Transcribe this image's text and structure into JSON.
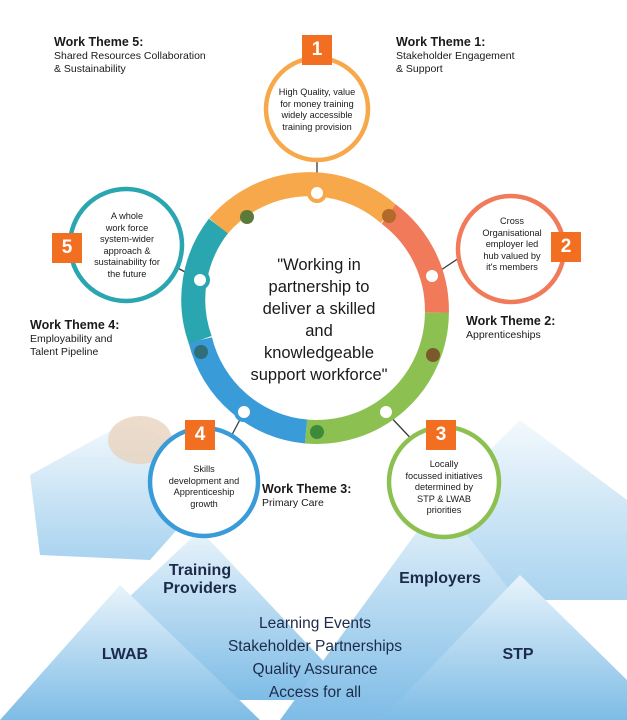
{
  "center": {
    "lines": [
      "\"Working in",
      "partnership to",
      "deliver a skilled and",
      "knowledgeable",
      "support workforce\""
    ]
  },
  "themes": {
    "t1": {
      "title": "Work Theme 1:",
      "subtitle": [
        "Stakeholder Engagement",
        "& Support"
      ]
    },
    "t2": {
      "title": "Work Theme 2:",
      "subtitle": [
        "Apprenticeships"
      ]
    },
    "t3": {
      "title": "Work Theme 3:",
      "subtitle": [
        "Primary Care"
      ]
    },
    "t4": {
      "title": "Work Theme 4:",
      "subtitle": [
        "Employability and",
        "Talent Pipeline"
      ]
    },
    "t5": {
      "title": "Work Theme 5:",
      "subtitle": [
        "Shared Resources Collaboration",
        "& Sustainability"
      ]
    }
  },
  "circles": {
    "c1": {
      "number": "1",
      "lines": [
        "High Quality, value",
        "for money training",
        "widely accessible",
        "training provision"
      ]
    },
    "c2": {
      "number": "2",
      "lines": [
        "Cross",
        "Organisational",
        "employer led",
        "hub valued by",
        "it's members"
      ]
    },
    "c3": {
      "number": "3",
      "lines": [
        "Locally",
        "focussed initiatives",
        "determined by",
        "STP & LWAB",
        "priorities"
      ]
    },
    "c4": {
      "number": "4",
      "lines": [
        "Skills",
        "development and",
        "Apprenticeship",
        "growth"
      ]
    },
    "c5": {
      "number": "5",
      "lines": [
        "A whole",
        "work force",
        "system-wider",
        "approach &",
        "sustainability for",
        "the future"
      ]
    }
  },
  "mountains": {
    "training_providers": [
      "Training",
      "Providers"
    ],
    "employers": "Employers",
    "lwab": "LWAB",
    "stp": "STP"
  },
  "bottom_list": [
    "Learning Events",
    "Stakeholder Partnerships",
    "Quality Assurance",
    "Access for all"
  ],
  "colors": {
    "orange_ring": "#f7a84a",
    "salmon_ring": "#f07a5a",
    "green_ring": "#8cc152",
    "blue_ring": "#3a9bd9",
    "teal_ring": "#2aa6b0",
    "badge_orange": "#f26f21",
    "mountain_light": "#cfe6f5",
    "mountain_dark": "#6fb3e2"
  }
}
